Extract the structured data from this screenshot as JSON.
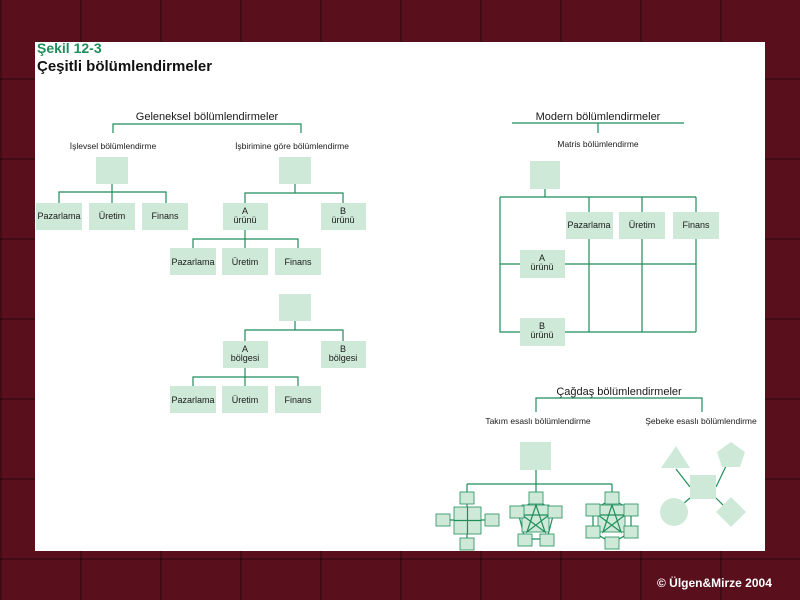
{
  "figure": {
    "number": "Şekil 12-3",
    "title": "Çeşitli bölümlendirmeler"
  },
  "copyright": "© Ülgen&Mirze 2004",
  "colors": {
    "background": "#5a0f1c",
    "accent": "#1e8e5a",
    "box_fill": "#cfe9d8"
  },
  "traditional": {
    "title": "Geleneksel bölümlendirmeler",
    "functional": {
      "title": "İşlevsel bölümlendirme",
      "units": [
        "Pazarlama",
        "Üretim",
        "Finans"
      ]
    },
    "division": {
      "title": "İşbirimine göre bölümlendirme",
      "product_units": [
        {
          "line1": "A",
          "line2": "ürünü"
        },
        {
          "line1": "B",
          "line2": "ürünü"
        }
      ],
      "product_sub_units": [
        "Pazarlama",
        "Üretim",
        "Finans"
      ],
      "region_units": [
        {
          "line1": "A",
          "line2": "bölgesi"
        },
        {
          "line1": "B",
          "line2": "bölgesi"
        }
      ],
      "region_sub_units": [
        "Pazarlama",
        "Üretim",
        "Finans"
      ]
    }
  },
  "modern": {
    "title": "Modern bölümlendirmeler",
    "matrix": {
      "title": "Matris bölümlendirme",
      "columns": [
        "Pazarlama",
        "Üretim",
        "Finans"
      ],
      "rows": [
        {
          "line1": "A",
          "line2": "ürünü"
        },
        {
          "line1": "B",
          "line2": "ürünü"
        }
      ]
    }
  },
  "contemporary": {
    "title": "Çağdaş bölümlendirmeler",
    "team": {
      "title": "Takım esaslı bölümlendirme"
    },
    "network": {
      "title": "Şebeke esaslı bölümlendirme"
    }
  }
}
